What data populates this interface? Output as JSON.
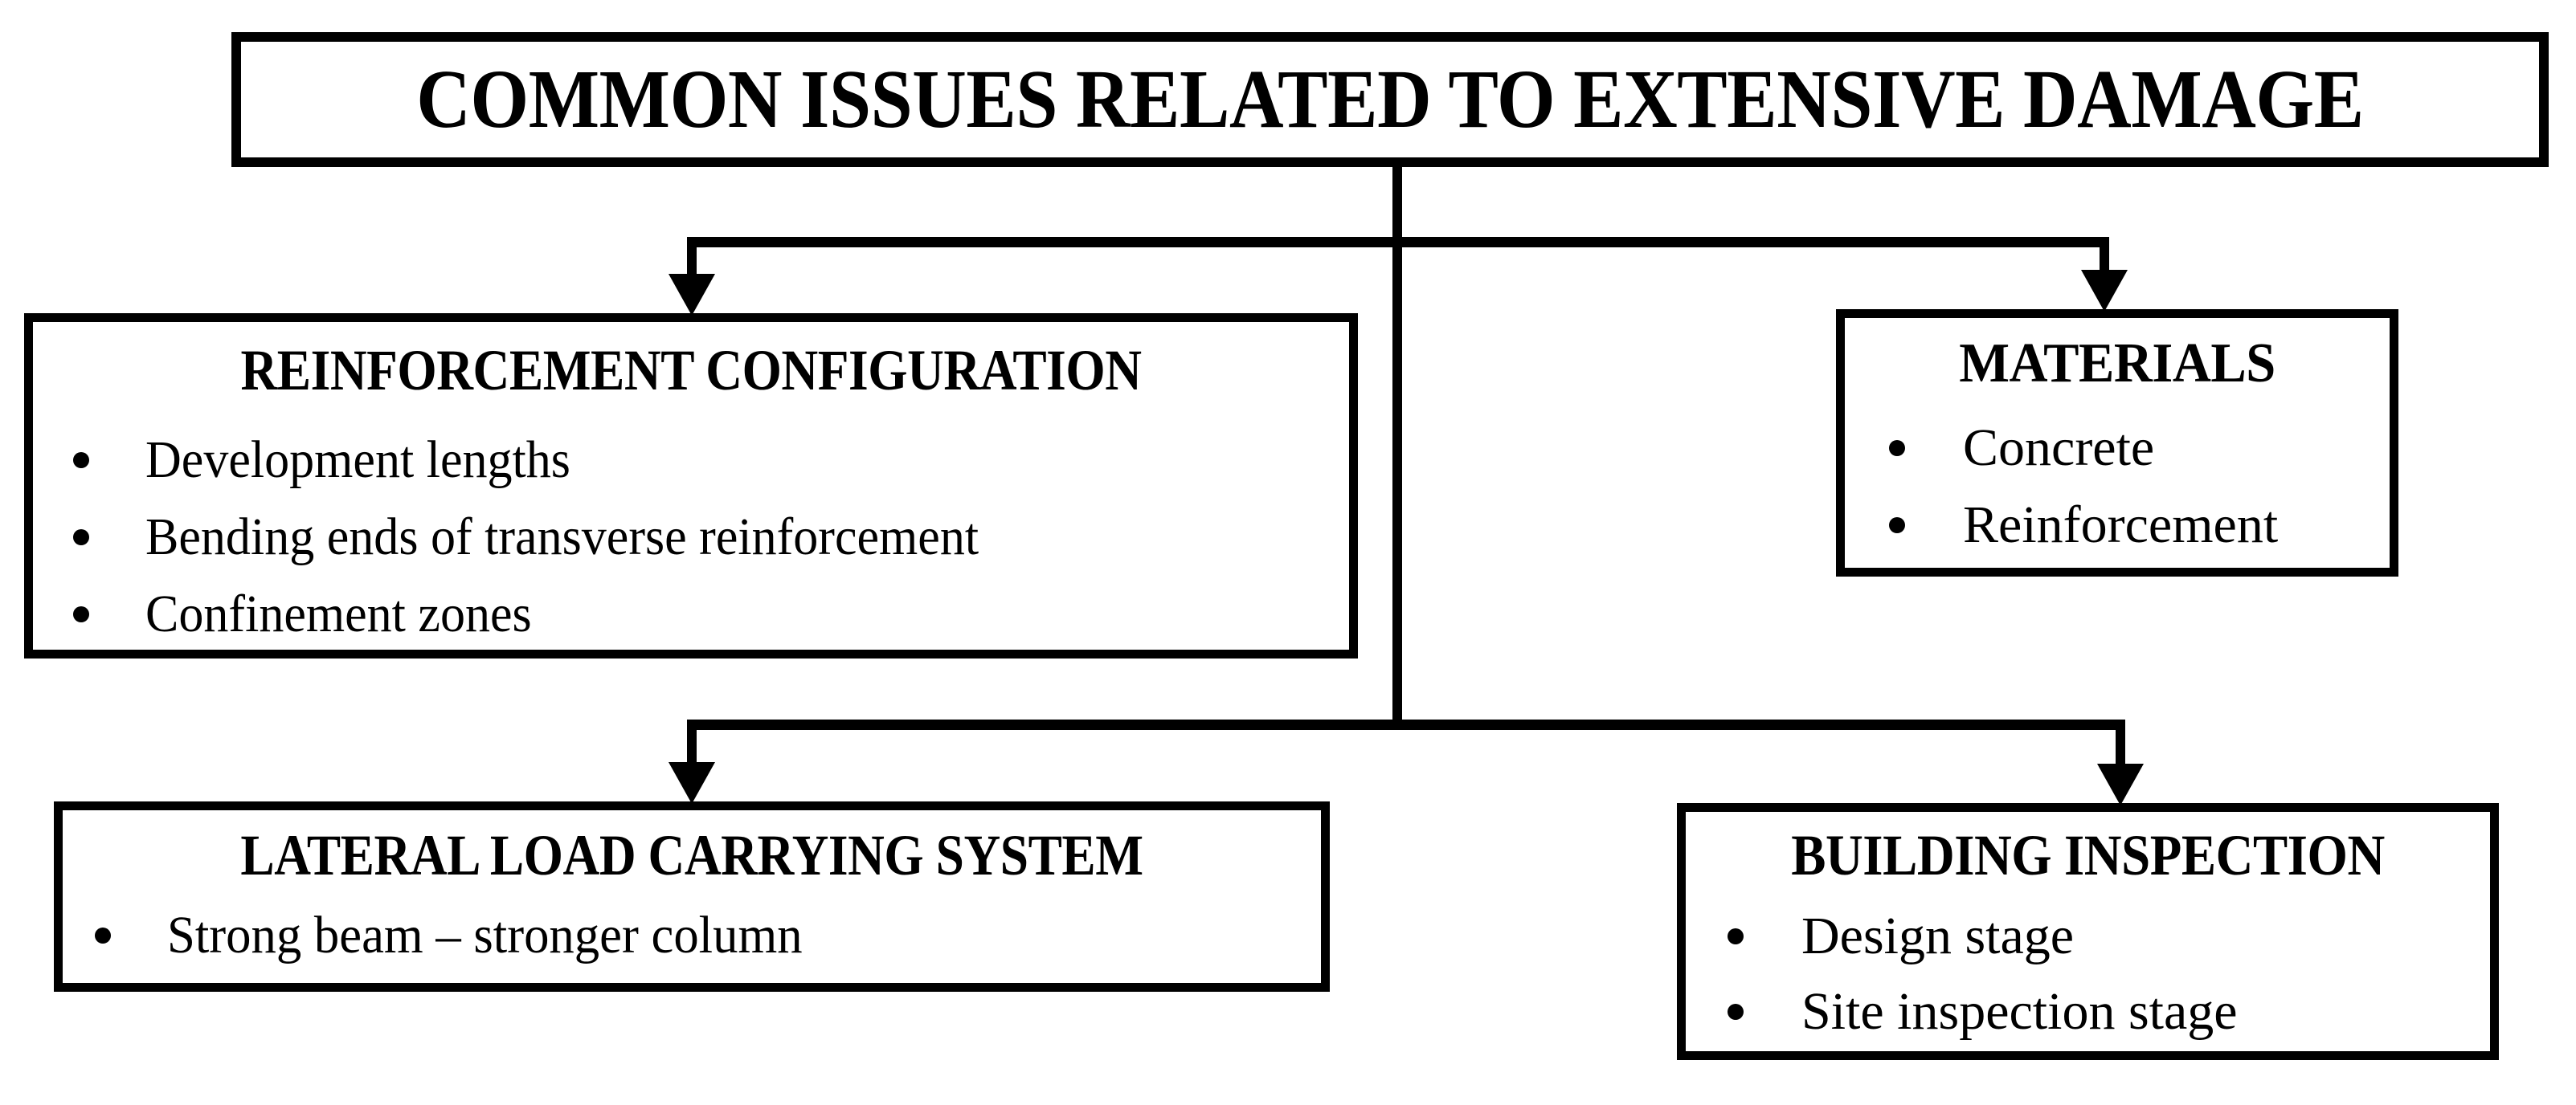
{
  "diagram": {
    "title": "COMMON ISSUES RELATED TO EXTENSIVE DAMAGE",
    "type": "hierarchy-flowchart",
    "colors": {
      "stroke": "#000000",
      "fill": "#ffffff",
      "text": "#000000"
    },
    "root": {
      "label": "COMMON ISSUES RELATED TO EXTENSIVE DAMAGE"
    },
    "branches": [
      {
        "id": "reinforcement-configuration",
        "label": "REINFORCEMENT CONFIGURATION",
        "items": [
          "Development lengths",
          "Bending ends of transverse reinforcement",
          "Confinement zones"
        ]
      },
      {
        "id": "materials",
        "label": "MATERIALS",
        "items": [
          "Concrete",
          "Reinforcement"
        ]
      },
      {
        "id": "lateral-load-carrying-system",
        "label": "LATERAL LOAD CARRYING SYSTEM",
        "items": [
          "Strong beam – stronger column"
        ]
      },
      {
        "id": "building-inspection",
        "label": "BUILDING INSPECTION",
        "items": [
          "Design stage",
          "Site inspection stage"
        ]
      }
    ]
  }
}
